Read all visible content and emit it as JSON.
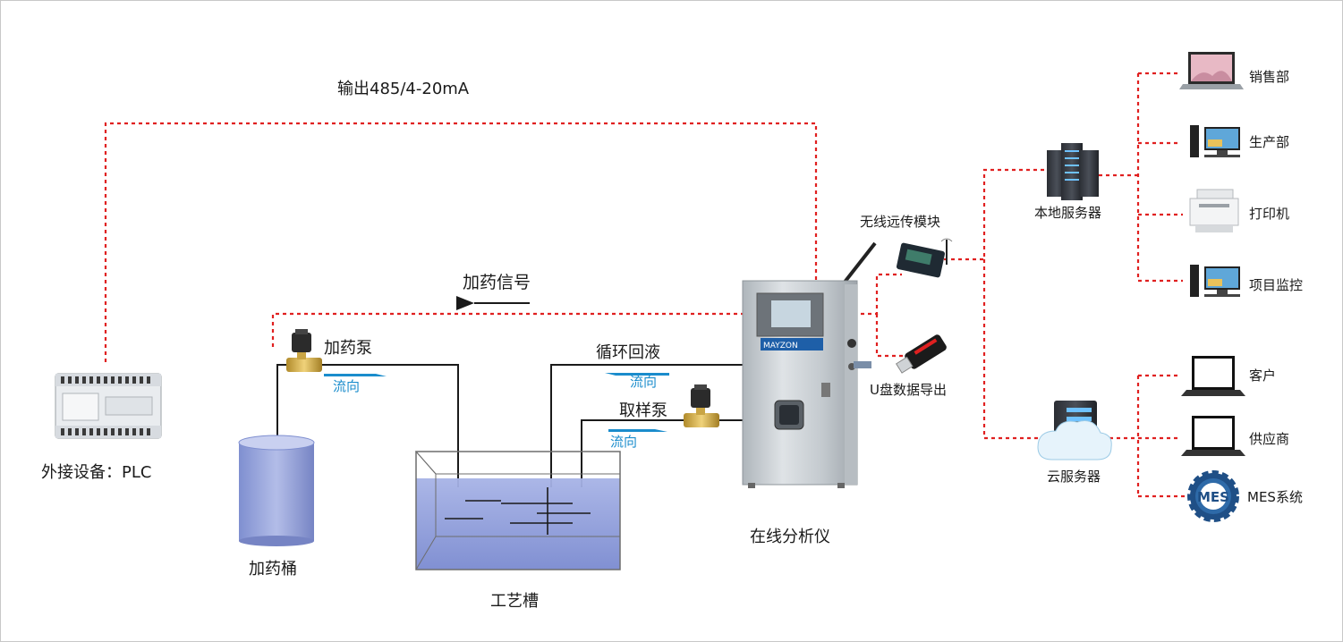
{
  "labels": {
    "output_signal": "输出485/4-20mA",
    "dosing_signal": "加药信号",
    "plc": "外接设备：PLC",
    "dosing_pump": "加药泵",
    "dosing_tank": "加药桶",
    "process_tank": "工艺槽",
    "circulation_return": "循环回液",
    "sampling_pump": "取样泵",
    "flow1": "流向",
    "flow2": "流向",
    "flow3": "流向",
    "analyzer": "在线分析仪",
    "analyzer_brand": "MAYZON",
    "wireless": "无线远传模块",
    "usb": "U盘数据导出",
    "local_server": "本地服务器",
    "cloud_server": "云服务器",
    "sales": "销售部",
    "production": "生产部",
    "printer": "打印机",
    "monitor": "项目监控",
    "customer": "客户",
    "supplier": "供应商",
    "mes": "MES系统",
    "mes_badge": "MES"
  },
  "colors": {
    "signal_line": "#e02020",
    "flow_text": "#1a8ccc",
    "pipe": "#1a1a1a",
    "liquid": "#8e9ed8",
    "steel": "#c9cfd4"
  },
  "icons": [
    "plc-icon",
    "valve-pump-icon",
    "bucket-icon",
    "tank-icon",
    "analyzer-cabinet-icon",
    "wireless-module-icon",
    "usb-drive-icon",
    "server-rack-icon",
    "cloud-server-icon",
    "laptop-icon",
    "desktop-computer-icon",
    "printer-icon",
    "mes-gear-icon"
  ]
}
